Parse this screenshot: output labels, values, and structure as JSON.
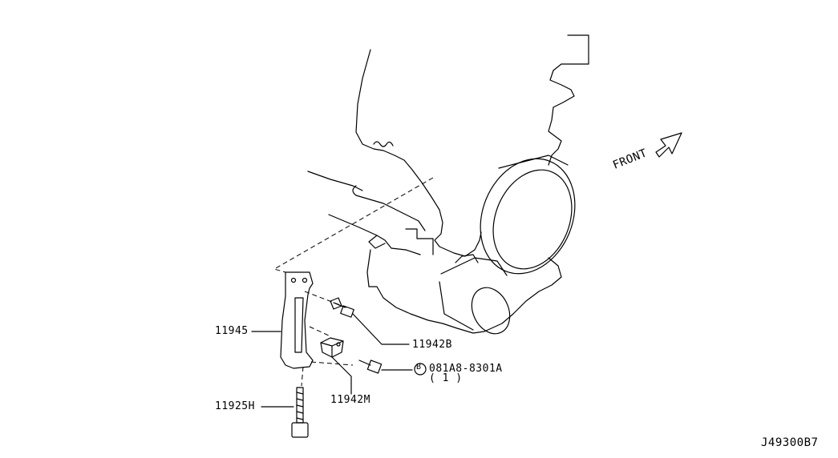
{
  "parts": {
    "bracket": "11945",
    "bolt_upper": "11942B",
    "bolt_lower": "11925H",
    "stud_block": "11942M",
    "bolt_std_symbol": "B",
    "bolt_std": "081A8-8301A",
    "bolt_std_qty": "( 1 )"
  },
  "direction": {
    "front": "FRONT"
  },
  "diagram_id": "J49300B7"
}
